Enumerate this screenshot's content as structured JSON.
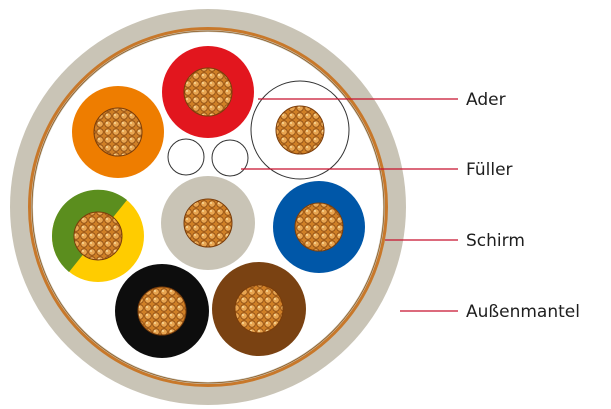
{
  "diagram": {
    "labels": {
      "ader": "Ader",
      "fueller": "Füller",
      "schirm": "Schirm",
      "aussenmantel": "Außenmantel"
    },
    "colors": {
      "jacket": "#c9c4b6",
      "shield": "#c8782a",
      "leader_line": "#c8102e",
      "copper": "#d88a2e",
      "core_red": "#e2161e",
      "core_orange": "#ee7d00",
      "core_green": "#5b8e1e",
      "core_yellow": "#ffcc00",
      "core_grey": "#c9c4b6",
      "core_blue": "#0057a8",
      "core_black": "#0d0d0d",
      "core_brown": "#7a4212"
    },
    "cores": [
      {
        "name": "red-core",
        "color": "core_red"
      },
      {
        "name": "orange-core",
        "color": "core_orange"
      },
      {
        "name": "bare-core",
        "color": ""
      },
      {
        "name": "green-yellow-core",
        "color": "core_green"
      },
      {
        "name": "grey-core",
        "color": "core_grey"
      },
      {
        "name": "blue-core",
        "color": "core_blue"
      },
      {
        "name": "black-core",
        "color": "core_black"
      },
      {
        "name": "brown-core",
        "color": "core_brown"
      }
    ]
  }
}
